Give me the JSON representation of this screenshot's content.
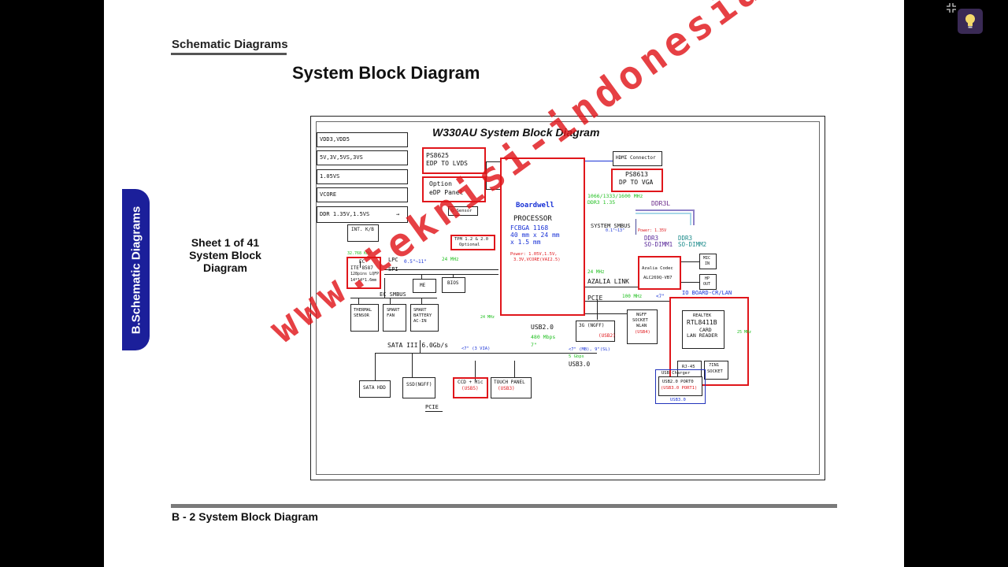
{
  "header": {
    "section_title": "Schematic  Diagrams",
    "page_title": "System Block Diagram"
  },
  "sheet_info": {
    "line1": "Sheet 1 of 41",
    "line2": "System Block",
    "line3": "Diagram"
  },
  "side_tab": {
    "label": "B.Schematic Diagrams",
    "color": "#1b1f9a"
  },
  "footer": {
    "text": "B - 2   System Block Diagram"
  },
  "watermark": {
    "text": "www.teknisi-indonesia.com",
    "color": "#e0161b"
  },
  "toolbar": {
    "lightbulb_icon": "lightbulb-icon",
    "fullscreen_icon": "exit-fullscreen-icon"
  },
  "schematic": {
    "title": "W330AU System Block Diagram",
    "power_rails": [
      "VDD3,VDD5",
      "5V,3V,5VS,3VS",
      "1.05VS",
      "VCORE",
      "DDR 1.35V,1.5VS"
    ],
    "ddr_arrow": "→",
    "int_kb": "INT. K/B",
    "ec": {
      "freq": "32.768 KHz",
      "label": "EC",
      "chip": "ITE 8587",
      "pkg": "128pins LQFP",
      "size": "14*14*1.6mm"
    },
    "lpc": "LPC",
    "lpc_len": "0.5\"~11\"",
    "lpc_freq": "24 MHz",
    "spi": "SPI",
    "me": "ME",
    "bios": "BIOS",
    "ec_smbus": "EC SMBUS",
    "thermal": [
      "THERMAL",
      "SENSOR"
    ],
    "fan": [
      "SMART",
      "FAN"
    ],
    "battery": [
      "SMART",
      "BATTERY",
      "AC-IN"
    ],
    "tpm": [
      "TPM 1.2 & 2.0",
      "Optional"
    ],
    "tpm_freq": "24 MHz",
    "ps8625": [
      "PS8625",
      "EDP TO LVDS"
    ],
    "edp_option": [
      "Option",
      "eDP Panel"
    ],
    "gsensor": "G-Sensor",
    "processor": {
      "brand": "Boardwell",
      "label": "PROCESSOR",
      "pkg": "FCBGA 1168",
      "dim1": "40 mm x 24 mm",
      "dim2": "x 1.5 mm",
      "power1": "Power: 1.05V,1.5V,",
      "power2": "3.3V,VCORE(VAI2.5)"
    },
    "hdmi": "HDMI Connector",
    "ps8613": [
      "PS8613",
      "DP TO VGA"
    ],
    "ddr_speed": "1066/1333/1600 MHz",
    "ddr_volt": "DDR3 1.35",
    "ddr3l": "DDR3L",
    "system_smbus": "SYSTEM SMBUS",
    "smbus_len": "0.1\"~13\"",
    "ddr_power": "Power: 1.35V",
    "dimm1": [
      "DDR3",
      "SO-DIMM1"
    ],
    "dimm2": [
      "DDR3",
      "SO-DIMM2"
    ],
    "azalia_freq": "24 MHz",
    "azalia": "AZALIA LINK",
    "codec": [
      "Azalia Codec",
      "ALC269Q-VB7"
    ],
    "mic": [
      "MIC",
      "IN"
    ],
    "hp": [
      "HP",
      "OUT"
    ],
    "pcie": "PCIE",
    "pcie_freq": "100 MHz",
    "pcie_len": "<7\"",
    "io_board": "IO BOARD-CR/LAN",
    "realtek": [
      "REALTEK",
      "RTL8411B",
      "CARD",
      "LAN READER"
    ],
    "lan_freq": "25 MHz",
    "rj45": "RJ-45",
    "sevenin1": [
      "7IN1",
      "SOCKET"
    ],
    "usb2": "USB2.0",
    "usb2_speed": "480 Mbps",
    "usb2_len": "7\"",
    "g3": "3G (NGFF)",
    "g3_usb": "(USB2)",
    "wlan": [
      "NGFF",
      "SOCKET",
      "WLAN",
      "(USB4)"
    ],
    "usb_len": "<7\" (MB), 9\"(SL)",
    "usb3_speed": "5 Gbps",
    "usb3": "USB3.0",
    "usb_charger": "USB Charger",
    "usb_port": [
      "USB2.0 PORT0",
      "(USB3.0 PORT1)"
    ],
    "usb_port_sub": "USB3.0",
    "sata": "SATA III 6.0Gb/s",
    "sata_len": "<7\" (3 VIA)",
    "sata_hdd": "SATA HDD",
    "ssd": "SSD(NGFF)",
    "ccd": [
      "CCD + Mic",
      "(USB5)"
    ],
    "touch": [
      "TOUCH PANEL",
      "(USB3)"
    ],
    "pcie2": "PCIE"
  }
}
